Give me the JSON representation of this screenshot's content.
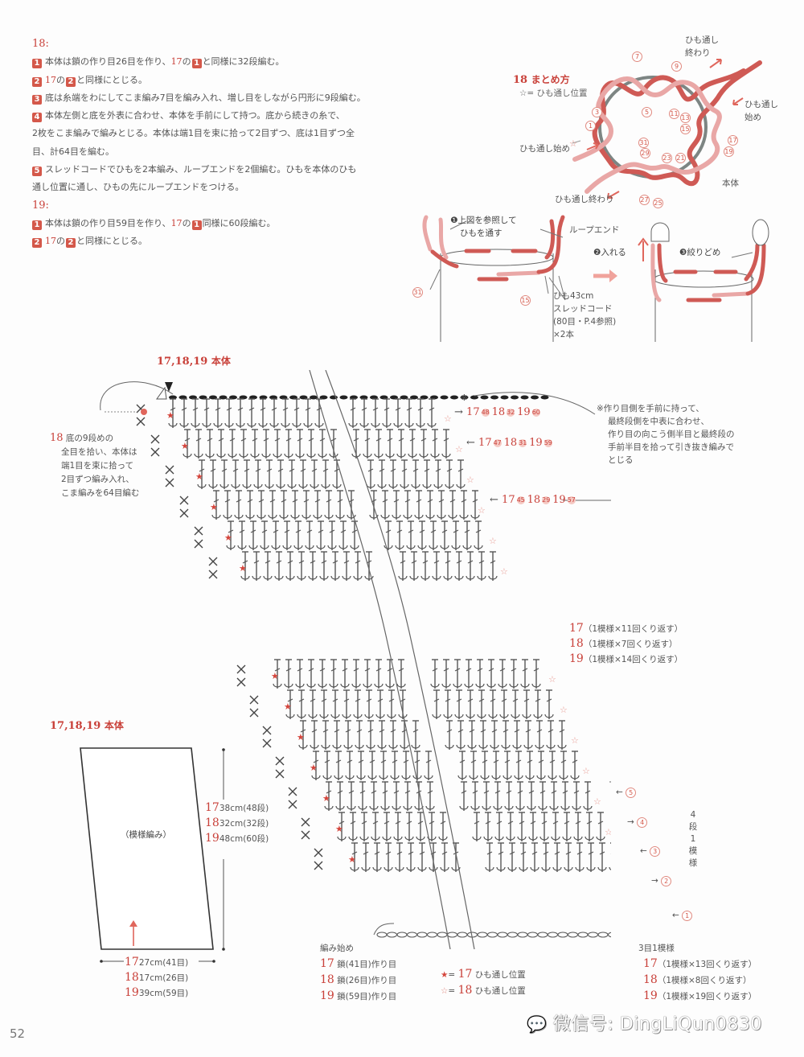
{
  "page_number": "52",
  "instructions": {
    "section18": {
      "heading": "18",
      "steps": [
        {
          "num": "1",
          "text_a": "本体は鎖の作り目26目を作り、",
          "ref": "17",
          "ref_badge": "1",
          "text_b": "と同様に32段編む。"
        },
        {
          "num": "2",
          "ref": "17",
          "text_a": "の",
          "ref_badge": "2",
          "text_b": "と同様にとじる。"
        },
        {
          "num": "3",
          "text": "底は糸端をわにしてこま編み7目を編み入れ、増し目をしながら円形に9段編む。"
        },
        {
          "num": "4",
          "text": "本体左側と底を外表に合わせ、本体を手前にして持つ。底から続きの糸で、",
          "text_cont1": "2枚をこま編みで編みとじる。本体は端1目を束に拾って2目ずつ、底は1目ずつ全",
          "text_cont2": "目、計64目を編む。"
        },
        {
          "num": "5",
          "text": "スレッドコードでひもを2本編み、ループエンドを2個編む。ひもを本体のひも",
          "text_cont1": "通し位置に通し、ひもの先にループエンドをつける。"
        }
      ]
    },
    "section19": {
      "heading": "19",
      "steps": [
        {
          "num": "1",
          "text_a": "本体は鎖の作り目59目を作り、",
          "ref": "17",
          "ref_badge": "1",
          "text_b": "同様に60段編む。"
        },
        {
          "num": "2",
          "ref": "17",
          "text_a": "の",
          "ref_badge": "2",
          "text_b": "と同様にとじる。"
        }
      ]
    }
  },
  "assembly": {
    "title_num": "18",
    "title": "まとめ方",
    "legend": "☆= ひも通し位置",
    "labels": {
      "end_top": "ひも通し",
      "end_top2": "終わり",
      "start_right": "ひも通し",
      "start_right2": "始め",
      "start_left": "ひも通し始め",
      "end_bottom": "ひも通し終わり",
      "body": "本体"
    },
    "ring_numbers": [
      "7",
      "9",
      "3",
      "5",
      "11",
      "13",
      "1",
      "15",
      "17",
      "31",
      "29",
      "19",
      "23",
      "21",
      "27",
      "25"
    ]
  },
  "steps_diagram": {
    "step1": "❶上図を参照して",
    "step1b": "ひもを通す",
    "num31": "31",
    "num15": "15",
    "cord_info": [
      "ひも43cm",
      "スレッドコード",
      "(80目・P.4参照)",
      "×2本"
    ],
    "loop_end": "ループエンド",
    "step2": "❷入れる",
    "step3": "❸絞りどめ"
  },
  "chart": {
    "title_nums": "17,18,19",
    "title": "本体",
    "note18_num": "18",
    "note18": [
      "底の9段めの",
      "全目を拾い、本体は",
      "端1目を束に拾って",
      "2目ずつ編み入れ、",
      "こま編みを64目編む"
    ],
    "note_top": [
      "※作り目側を手前に持って、",
      "最終段側を中表に合わせ、",
      "作り目の向こう側半目と最終段の",
      "手前半目を拾って引き抜き編みで",
      "とじる"
    ],
    "asterisk": "※",
    "row_labels": [
      {
        "arrow": "→",
        "items": [
          [
            "17",
            "48"
          ],
          [
            "18",
            "32"
          ],
          [
            "19",
            "60"
          ]
        ]
      },
      {
        "arrow": "←",
        "items": [
          [
            "17",
            "47"
          ],
          [
            "18",
            "31"
          ],
          [
            "19",
            "59"
          ]
        ]
      },
      {
        "arrow": "←",
        "items": [
          [
            "17",
            "45"
          ],
          [
            "18",
            "29"
          ],
          [
            "19",
            "57"
          ]
        ]
      }
    ],
    "repeat_rows": [
      {
        "num": "17",
        "text": "（1模様×11回くり返す）"
      },
      {
        "num": "18",
        "text": "（1模様×7回くり返す）"
      },
      {
        "num": "19",
        "text": "（1模様×14回くり返す）"
      }
    ],
    "pattern_rows": [
      "5",
      "4",
      "3",
      "2",
      "1"
    ],
    "pattern_row_arrows": [
      "←",
      "→",
      "←",
      "→",
      "←"
    ],
    "four_row_repeat": [
      "4",
      "段",
      "1",
      "模",
      "様"
    ],
    "start_label": "編み始め",
    "foundation": [
      {
        "num": "17",
        "text": "鎖(41目)作り目"
      },
      {
        "num": "18",
        "text": "鎖(26目)作り目"
      },
      {
        "num": "19",
        "text": "鎖(59目)作り目"
      }
    ],
    "star_legend": [
      {
        "symbol": "★",
        "eq": "=",
        "num": "17",
        "text": "ひも通し位置"
      },
      {
        "symbol": "☆",
        "eq": "=",
        "num": "18",
        "text": "ひも通し位置"
      }
    ],
    "repeat_unit": "3目1模様",
    "repeat_stitches": [
      {
        "num": "17",
        "text": "（1模様×13回くり返す）"
      },
      {
        "num": "18",
        "text": "（1模様×8回くり返す）"
      },
      {
        "num": "19",
        "text": "（1模様×19回くり返す）"
      }
    ]
  },
  "schematic": {
    "title_nums": "17,18,19",
    "title": "本体",
    "center_label": "（模様編み）",
    "height": [
      {
        "num": "17",
        "text": "38cm(48段)"
      },
      {
        "num": "18",
        "text": "32cm(32段)"
      },
      {
        "num": "19",
        "text": "48cm(60段)"
      }
    ],
    "width": [
      {
        "num": "17",
        "text": "27cm(41目)"
      },
      {
        "num": "18",
        "text": "17cm(26目)"
      },
      {
        "num": "19",
        "text": "39cm(59目)"
      }
    ]
  },
  "watermark": "微信号: DingLiQun0830",
  "colors": {
    "accent_red": "#c9413a",
    "badge": "#d4584a",
    "cord_dark": "#cf5a55",
    "cord_light": "#e9a7a6",
    "ring": "#7d8583",
    "text": "#555555"
  }
}
